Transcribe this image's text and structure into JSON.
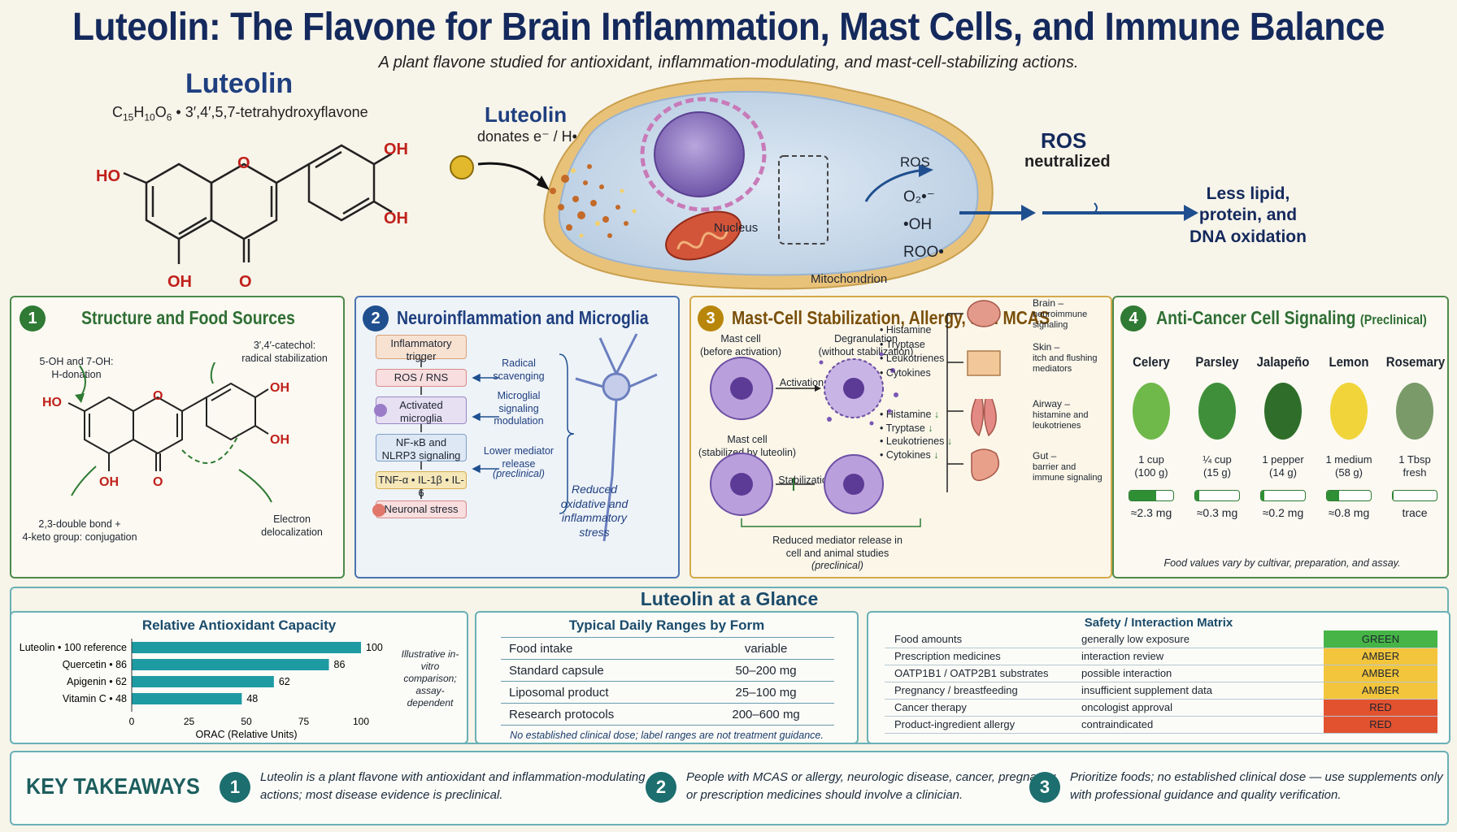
{
  "header": {
    "title": "Luteolin: The Flavone for Brain Inflammation, Mast Cells, and Immune Balance",
    "subtitle": "A plant flavone studied for antioxidant, inflammation-modulating, and mast-cell-stabilizing actions."
  },
  "molecule": {
    "name": "Luteolin",
    "formula_c": "C",
    "formula_c_sub": "15",
    "formula_h": "H",
    "formula_h_sub": "10",
    "formula_o": "O",
    "formula_o_sub": "6",
    "formula_rest": " • 3′,4′,5,7-tetrahydroxyflavone",
    "oh": "OH",
    "ho": "HO",
    "o": "O"
  },
  "cell": {
    "luteolin_label": "Luteolin",
    "donates": "donates e⁻ / H•",
    "nucleus": "Nucleus",
    "mitochondrion": "Mitochondrion",
    "ros_title": "ROS",
    "ros_items": [
      "O₂•⁻",
      "•OH",
      "ROO•"
    ],
    "ros_neutralized_1": "ROS",
    "ros_neutralized_2": "neutralized",
    "result_1": "Less lipid,",
    "result_2": "protein, and",
    "result_3": "DNA oxidation"
  },
  "panel1": {
    "number": "1",
    "title": "Structure and Food Sources",
    "note_5oh_1": "5-OH and 7-OH:",
    "note_5oh_2": "H-donation",
    "note_catechol_1": "3′,4′-catechol:",
    "note_catechol_2": "radical stabilization",
    "note_double_1": "2,3-double bond +",
    "note_double_2": "4-keto group: conjugation",
    "note_electron_1": "Electron",
    "note_electron_2": "delocalization"
  },
  "panel2": {
    "number": "2",
    "title": "Neuroinflammation and Microglia",
    "steps": [
      "Inflammatory trigger",
      "ROS / RNS",
      "Activated microglia",
      "NF-κB and NLRP3 signaling",
      "TNF-α • IL-1β • IL-6",
      "Neuronal stress"
    ],
    "actions": [
      "Radical scavenging",
      "Microglial signaling modulation",
      "Lower mediator release",
      "(preclinical)"
    ],
    "outcome": "Reduced oxidative and inflammatory stress"
  },
  "panel3": {
    "number": "3",
    "title": "Mast-Cell Stabilization, Allergy, and MCAS",
    "cell1": "Mast cell",
    "cell1_sub": "(before activation)",
    "degran": "Degranulation",
    "degran_sub": "(without stabilization)",
    "activation": "Activation",
    "cell2": "Mast cell",
    "cell2_sub": "(stabilized by luteolin)",
    "stabilization": "Stabilization",
    "mediators": [
      "• Histamine",
      "• Tryptase",
      "• Leukotrienes",
      "• Cytokines"
    ],
    "down_arrow": "↓",
    "reduced": "Reduced mediator release in",
    "reduced_2": "cell and animal studies",
    "reduced_3": "(preclinical)",
    "organs": [
      {
        "name": "Brain –",
        "desc": "neuroimmune signaling"
      },
      {
        "name": "Skin –",
        "desc": "itch and flushing mediators"
      },
      {
        "name": "Airway –",
        "desc": "histamine and leukotrienes"
      },
      {
        "name": "Gut –",
        "desc": "barrier and immune signaling"
      }
    ]
  },
  "panel4": {
    "number": "4",
    "title": "Anti-Cancer Cell Signaling",
    "title_suffix": "(Preclinical)",
    "foods": [
      {
        "name": "Celery",
        "size": "1 cup",
        "weight": "(100 g)",
        "amount": "≈2.3 mg",
        "fill": 0.62
      },
      {
        "name": "Parsley",
        "size": "¼ cup",
        "weight": "(15 g)",
        "amount": "≈0.3 mg",
        "fill": 0.1
      },
      {
        "name": "Jalapeño",
        "size": "1 pepper",
        "weight": "(14 g)",
        "amount": "≈0.2 mg",
        "fill": 0.08
      },
      {
        "name": "Lemon",
        "size": "1 medium",
        "weight": "(58 g)",
        "amount": "≈0.8 mg",
        "fill": 0.28
      },
      {
        "name": "Rosemary",
        "size": "1 Tbsp",
        "weight": "fresh",
        "amount": "trace",
        "fill": 0.02
      }
    ],
    "note": "Food values vary by cultivar, preparation, and assay."
  },
  "glance": {
    "title": "Luteolin at a Glance",
    "antioxidant": {
      "title": "Relative Antioxidant Capacity",
      "note": "Illustrative in-vitro comparison; assay-dependent"
    },
    "ranges": {
      "title": "Typical Daily Ranges by Form",
      "rows": [
        {
          "form": "Food intake",
          "range": "variable"
        },
        {
          "form": "Standard capsule",
          "range": "50–200 mg"
        },
        {
          "form": "Liposomal product",
          "range": "25–100 mg"
        },
        {
          "form": "Research protocols",
          "range": "200–600 mg"
        }
      ],
      "note": "No established clinical dose; label ranges are not treatment guidance."
    },
    "safety": {
      "title": "Safety / Interaction Matrix",
      "rows": [
        {
          "item": "Food amounts",
          "detail": "generally low exposure",
          "level": "GREEN"
        },
        {
          "item": "Prescription medicines",
          "detail": "interaction review",
          "level": "AMBER"
        },
        {
          "item": "OATP1B1 / OATP2B1 substrates",
          "detail": "possible interaction",
          "level": "AMBER"
        },
        {
          "item": "Pregnancy / breastfeeding",
          "detail": "insufficient supplement data",
          "level": "AMBER"
        },
        {
          "item": "Cancer therapy",
          "detail": "oncologist approval",
          "level": "RED"
        },
        {
          "item": "Product-ingredient allergy",
          "detail": "contraindicated",
          "level": "RED"
        }
      ],
      "colors": {
        "GREEN": "#46b446",
        "AMBER": "#f3c53c",
        "RED": "#e2522f"
      }
    }
  },
  "chart_data": {
    "type": "bar",
    "orientation": "horizontal",
    "title": "Relative Antioxidant Capacity",
    "categories": [
      "Luteolin • 100 reference",
      "Quercetin • 86",
      "Apigenin • 62",
      "Vitamin C • 48"
    ],
    "values": [
      100,
      86,
      62,
      48
    ],
    "xlabel": "ORAC (Relative Units)",
    "xlim": [
      0,
      100
    ],
    "xticks": [
      0,
      25,
      50,
      75,
      100
    ],
    "color": "#1e9aa3"
  },
  "takeaways": {
    "title": "KEY TAKEAWAYS",
    "items": [
      {
        "num": "1",
        "text1": "Luteolin is a plant flavone with antioxidant and inflammation-modulating",
        "text2": "actions; most disease evidence is preclinical."
      },
      {
        "num": "2",
        "text1": "People with MCAS or allergy, neurologic disease, cancer, pregnancy,",
        "text2": "or prescription medicines should involve a clinician."
      },
      {
        "num": "3",
        "text1": "Prioritize foods; no established clinical dose — use supplements only",
        "text2": "with professional guidance and quality verification."
      }
    ]
  },
  "colors": {
    "navy": "#14295c",
    "green": "#2f7a34",
    "blue": "#1f4f8f",
    "gold": "#b8860b",
    "teal": "#1d6e6e"
  }
}
